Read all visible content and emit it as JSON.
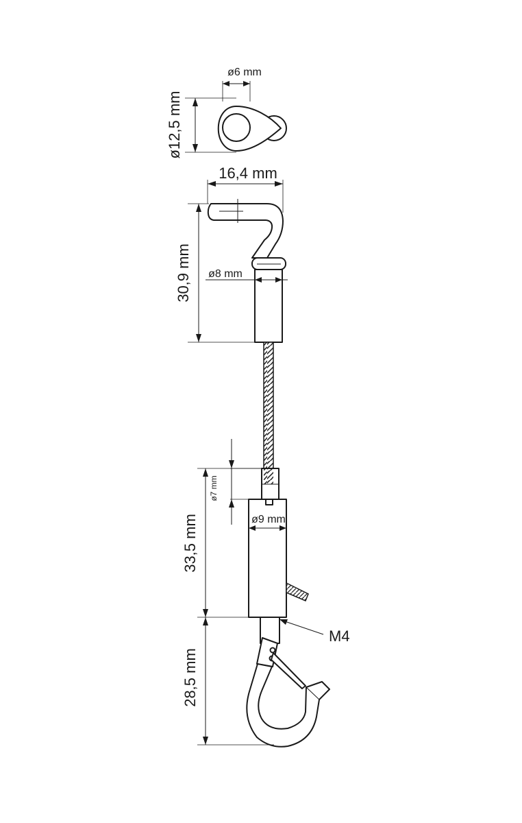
{
  "dimensions": {
    "eyelet_hole_diameter": "ø6 mm",
    "eyelet_outer_diameter": "ø12,5 mm",
    "hook_width": "16,4 mm",
    "top_hook_height": "30,9 mm",
    "top_sleeve_diameter": "ø8 mm",
    "gripper_tip_diameter": "ø7 mm",
    "gripper_body_diameter": "ø9 mm",
    "gripper_length": "33,5 mm",
    "hook_length": "28,5 mm",
    "thread_size": "M4"
  }
}
